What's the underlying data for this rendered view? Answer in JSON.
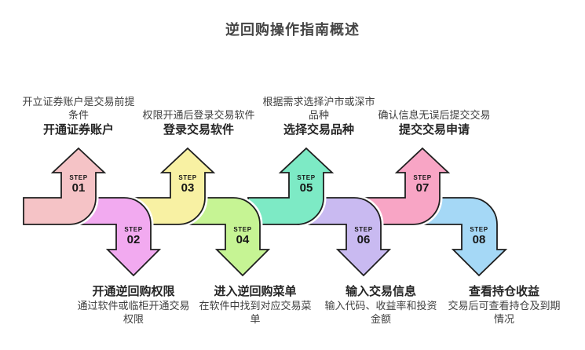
{
  "title": "逆回购操作指南概述",
  "step_word": "STEP",
  "steps": [
    {
      "number": "01",
      "direction": "up",
      "color": "#f5c3c6",
      "title": "开通证券账户",
      "description": "开立证券账户是交易前提条件"
    },
    {
      "number": "02",
      "direction": "down",
      "color": "#f2aaf0",
      "title": "开通逆回购权限",
      "description": "通过软件或临柜开通交易权限"
    },
    {
      "number": "03",
      "direction": "up",
      "color": "#f8f1a3",
      "title": "登录交易软件",
      "description": "权限开通后登录交易软件"
    },
    {
      "number": "04",
      "direction": "down",
      "color": "#c6f494",
      "title": "进入逆回购菜单",
      "description": "在软件中找到对应交易菜单"
    },
    {
      "number": "05",
      "direction": "up",
      "color": "#7deac5",
      "title": "选择交易品种",
      "description": "根据需求选择沪市或深市品种"
    },
    {
      "number": "06",
      "direction": "down",
      "color": "#c9baf1",
      "title": "输入交易信息",
      "description": "输入代码、收益率和投资金额"
    },
    {
      "number": "07",
      "direction": "up",
      "color": "#f8a5c5",
      "title": "提交交易申请",
      "description": "确认信息无误后提交交易"
    },
    {
      "number": "08",
      "direction": "down",
      "color": "#a5d8f6",
      "title": "查看持仓收益",
      "description": "交易后可查看持仓及到期情况"
    }
  ]
}
